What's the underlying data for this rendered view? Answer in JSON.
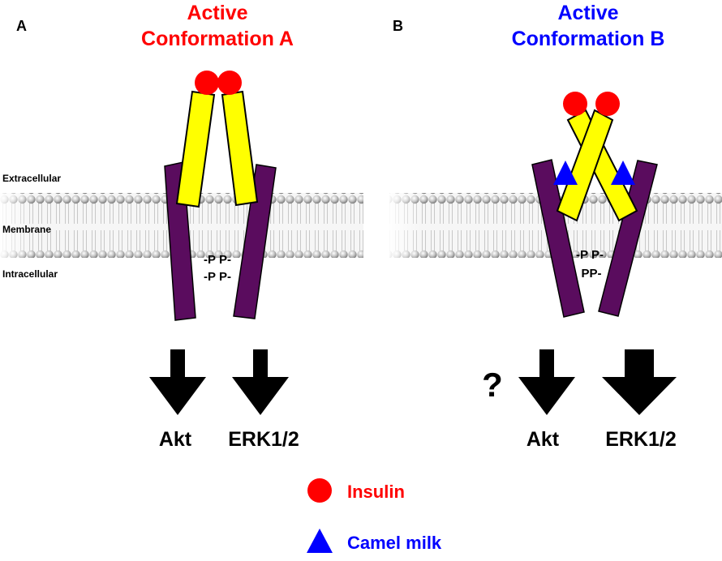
{
  "panel_a": {
    "letter": "A",
    "title_line1": "Active",
    "title_line2": "Conformation A",
    "title_color": "#ff0000",
    "phospho_top": "-P P-",
    "phospho_bottom": "-P P-",
    "outputs": [
      "Akt",
      "ERK1/2"
    ]
  },
  "panel_b": {
    "letter": "B",
    "title_line1": "Active",
    "title_line2": "Conformation B",
    "title_color": "#0000ff",
    "phospho_top": "-P P-",
    "phospho_bottom": "PP-",
    "outputs": [
      "Akt",
      "ERK1/2"
    ],
    "question": "?"
  },
  "membrane_labels": {
    "extracellular": "Extracellular",
    "membrane": "Membrane",
    "intracellular": "Intracellular"
  },
  "legend": {
    "insulin": "Insulin",
    "camel_milk": "Camel milk",
    "insulin_color": "#ff0000",
    "camel_milk_color": "#0000ff"
  },
  "colors": {
    "receptor_beta": "#5a0c5e",
    "receptor_alpha": "#ffff00",
    "arrow": "#000000"
  }
}
